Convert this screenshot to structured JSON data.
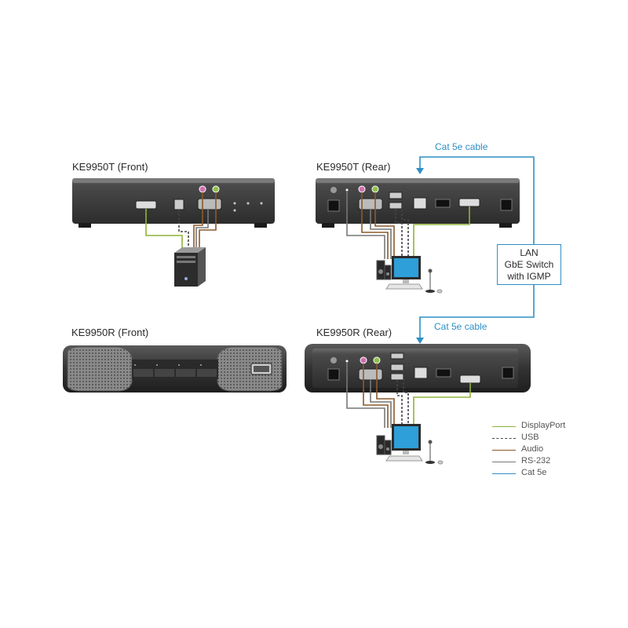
{
  "devices": {
    "tx_front": "KE9950T (Front)",
    "tx_rear": "KE9950T (Rear)",
    "rx_front": "KE9950R (Front)",
    "rx_rear": "KE9950R (Rear)"
  },
  "cables": {
    "top_label": "Cat 5e cable",
    "bottom_label": "Cat 5e cable"
  },
  "switch": {
    "line1": "LAN",
    "line2": "GbE Switch",
    "line3": "with IGMP"
  },
  "legend": [
    {
      "label": "DisplayPort",
      "color": "#8fb43a",
      "style": "solid"
    },
    {
      "label": "USB",
      "color": "#444444",
      "style": "dashed"
    },
    {
      "label": "Audio",
      "color": "#8b5a2b",
      "style": "solid"
    },
    {
      "label": "RS-232",
      "color": "#777777",
      "style": "solid"
    },
    {
      "label": "Cat 5e",
      "color": "#2f8fc5",
      "style": "solid"
    }
  ],
  "colors": {
    "displayport": "#8fb43a",
    "usb": "#444444",
    "audio": "#8b5a2b",
    "rs232": "#777777",
    "cat5e": "#2f8fc5",
    "device_body": "#3a3a3a"
  },
  "icons": [
    "computer-tower-icon",
    "monitor-icon",
    "keyboard-icon",
    "mouse-icon",
    "speakers-icon",
    "microphone-icon"
  ]
}
